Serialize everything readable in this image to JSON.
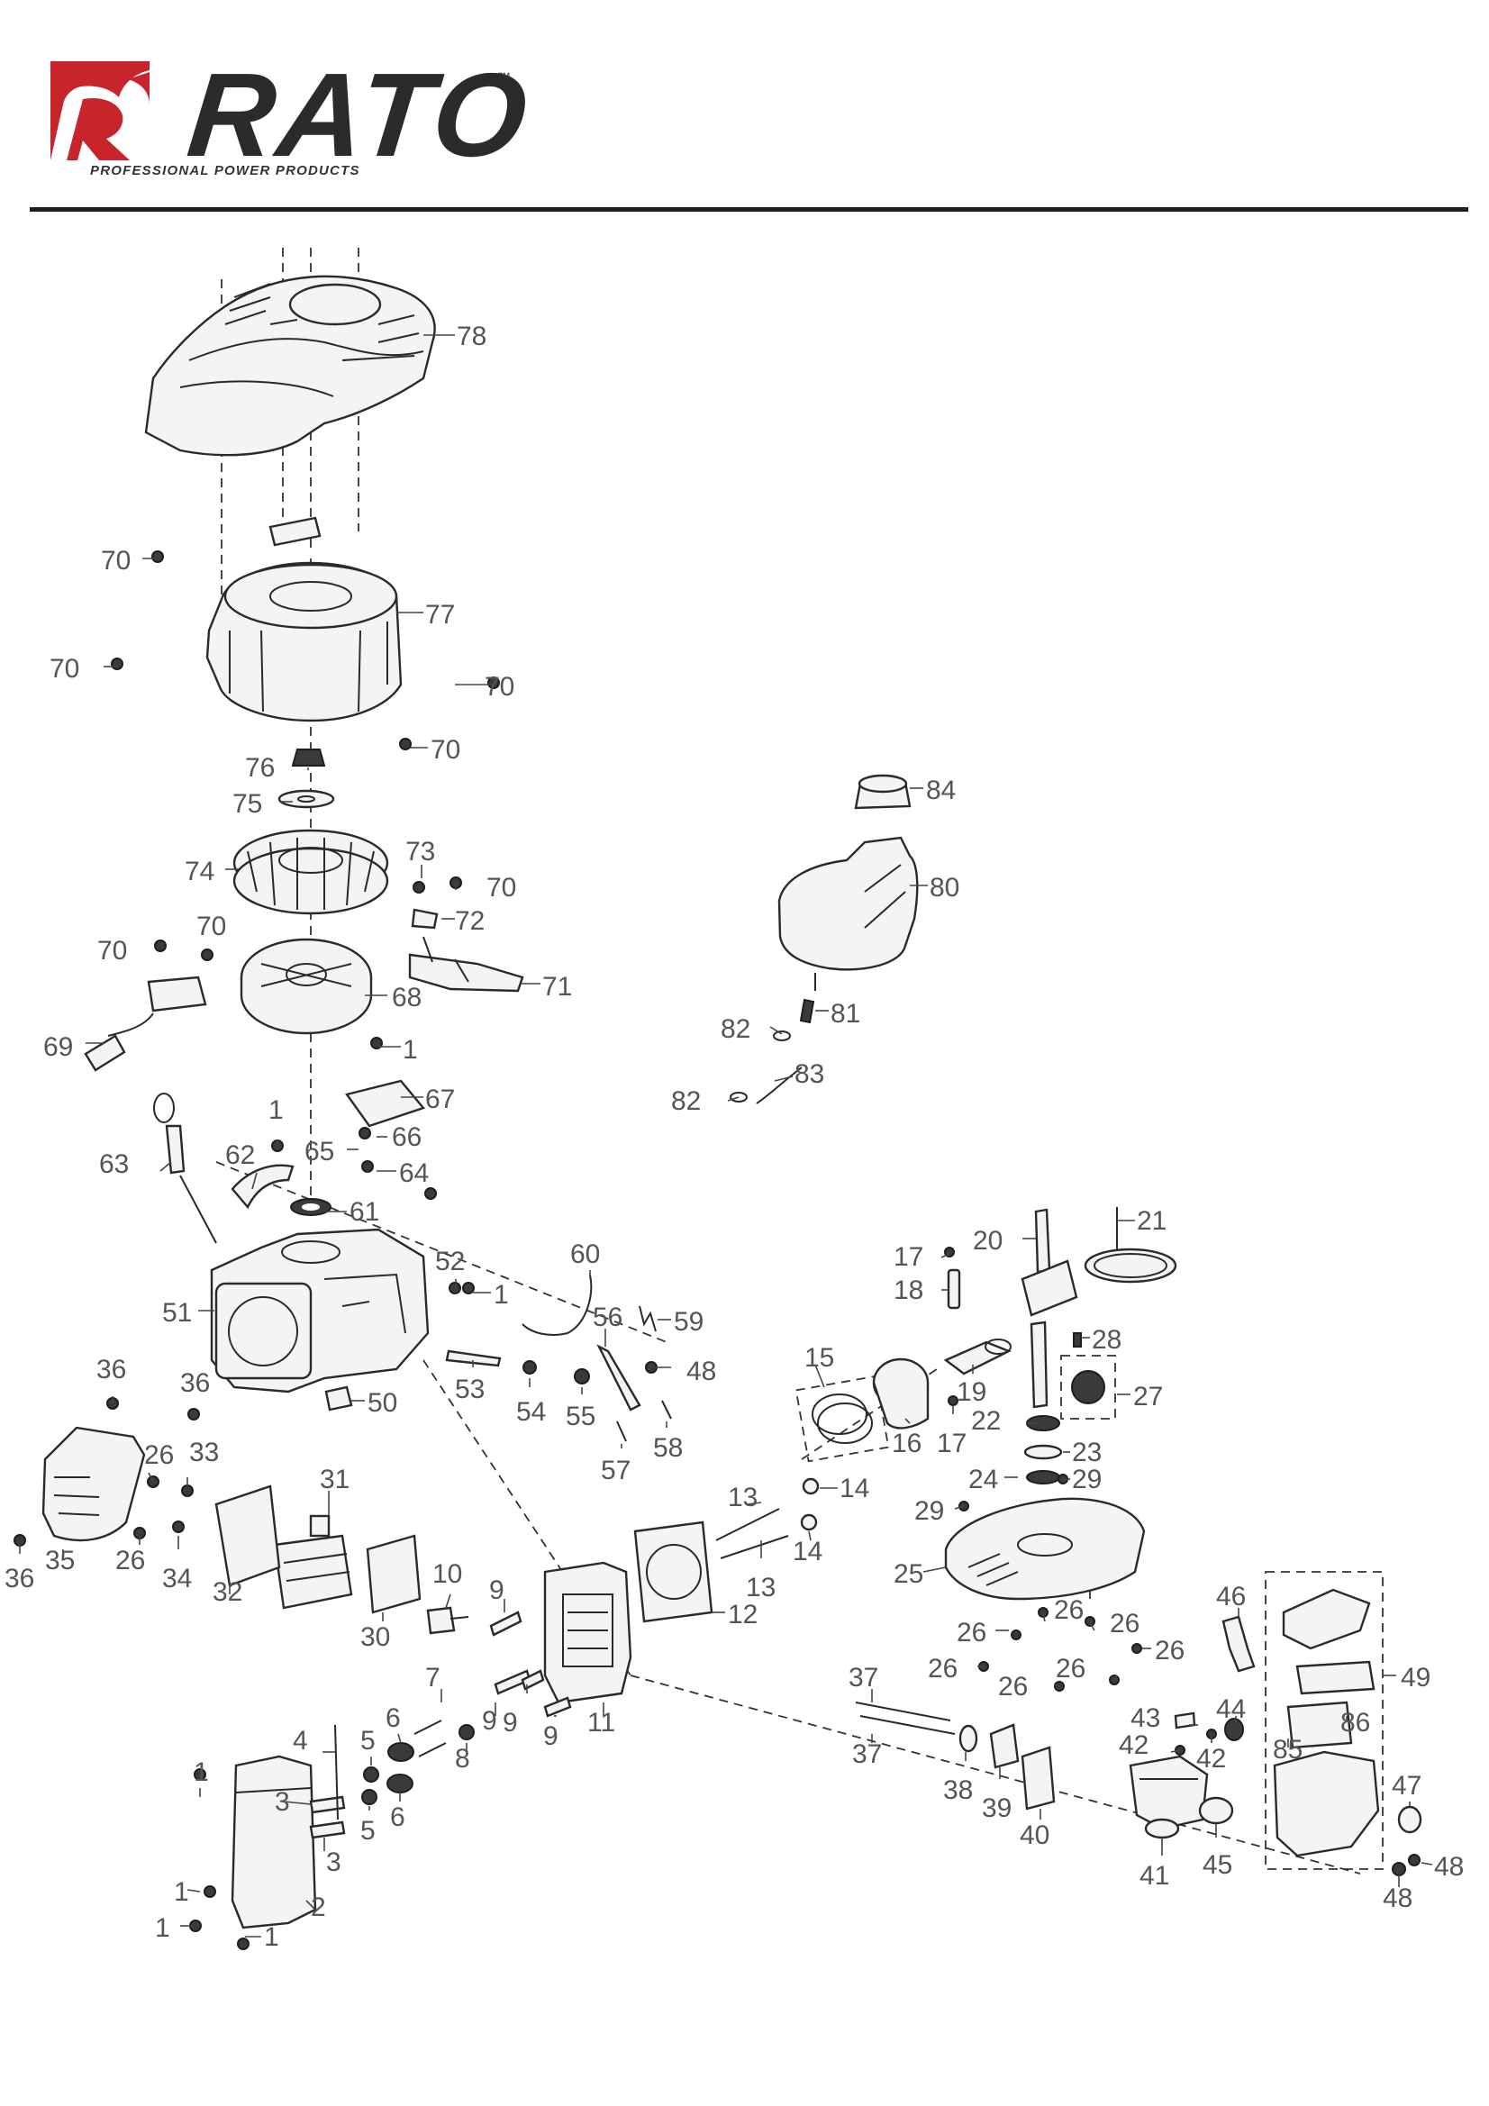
{
  "header": {
    "brand": "RATO",
    "trademark": "™",
    "tagline": "PROFESSIONAL POWER PRODUCTS",
    "logo_icon": "rato-r-logo-icon",
    "logo_color": "#c8242b"
  },
  "callouts": [
    {
      "id": "c78",
      "text": "78"
    },
    {
      "id": "c70a",
      "text": "70"
    },
    {
      "id": "c77",
      "text": "77"
    },
    {
      "id": "c70b",
      "text": "70"
    },
    {
      "id": "c70c",
      "text": "70"
    },
    {
      "id": "c70d",
      "text": "70"
    },
    {
      "id": "c76",
      "text": "76"
    },
    {
      "id": "c75",
      "text": "75"
    },
    {
      "id": "c74",
      "text": "74"
    },
    {
      "id": "c73",
      "text": "73"
    },
    {
      "id": "c70e",
      "text": "70"
    },
    {
      "id": "c72",
      "text": "72"
    },
    {
      "id": "c70f",
      "text": "70"
    },
    {
      "id": "c70g",
      "text": "70"
    },
    {
      "id": "c71",
      "text": "71"
    },
    {
      "id": "c68",
      "text": "68"
    },
    {
      "id": "c69",
      "text": "69"
    },
    {
      "id": "c1a",
      "text": "1"
    },
    {
      "id": "c67",
      "text": "67"
    },
    {
      "id": "c1b",
      "text": "1"
    },
    {
      "id": "c62",
      "text": "62"
    },
    {
      "id": "c65",
      "text": "65"
    },
    {
      "id": "c66",
      "text": "66"
    },
    {
      "id": "c63",
      "text": "63"
    },
    {
      "id": "c64",
      "text": "64"
    },
    {
      "id": "c61",
      "text": "61"
    },
    {
      "id": "c52",
      "text": "52"
    },
    {
      "id": "c1c",
      "text": "1"
    },
    {
      "id": "c60",
      "text": "60"
    },
    {
      "id": "c51",
      "text": "51"
    },
    {
      "id": "c56",
      "text": "56"
    },
    {
      "id": "c59",
      "text": "59"
    },
    {
      "id": "c53",
      "text": "53"
    },
    {
      "id": "c48a",
      "text": "48"
    },
    {
      "id": "c54",
      "text": "54"
    },
    {
      "id": "c55",
      "text": "55"
    },
    {
      "id": "c50",
      "text": "50"
    },
    {
      "id": "c58",
      "text": "58"
    },
    {
      "id": "c57",
      "text": "57"
    },
    {
      "id": "c84",
      "text": "84"
    },
    {
      "id": "c80",
      "text": "80"
    },
    {
      "id": "c81",
      "text": "81"
    },
    {
      "id": "c82a",
      "text": "82"
    },
    {
      "id": "c83",
      "text": "83"
    },
    {
      "id": "c82b",
      "text": "82"
    },
    {
      "id": "c20",
      "text": "20"
    },
    {
      "id": "c21",
      "text": "21"
    },
    {
      "id": "c17a",
      "text": "17"
    },
    {
      "id": "c18",
      "text": "18"
    },
    {
      "id": "c28",
      "text": "28"
    },
    {
      "id": "c15",
      "text": "15"
    },
    {
      "id": "c19",
      "text": "19"
    },
    {
      "id": "c27",
      "text": "27"
    },
    {
      "id": "c16",
      "text": "16"
    },
    {
      "id": "c17b",
      "text": "17"
    },
    {
      "id": "c22",
      "text": "22"
    },
    {
      "id": "c23",
      "text": "23"
    },
    {
      "id": "c24",
      "text": "24"
    },
    {
      "id": "c29a",
      "text": "29"
    },
    {
      "id": "c13a",
      "text": "13"
    },
    {
      "id": "c14a",
      "text": "14"
    },
    {
      "id": "c29b",
      "text": "29"
    },
    {
      "id": "c14b",
      "text": "14"
    },
    {
      "id": "c25",
      "text": "25"
    },
    {
      "id": "c13b",
      "text": "13"
    },
    {
      "id": "c36a",
      "text": "36"
    },
    {
      "id": "c36b",
      "text": "36"
    },
    {
      "id": "c26a",
      "text": "26"
    },
    {
      "id": "c33",
      "text": "33"
    },
    {
      "id": "c31",
      "text": "31"
    },
    {
      "id": "c35",
      "text": "35"
    },
    {
      "id": "c36c",
      "text": "36"
    },
    {
      "id": "c26b",
      "text": "26"
    },
    {
      "id": "c34",
      "text": "34"
    },
    {
      "id": "c32",
      "text": "32"
    },
    {
      "id": "c10",
      "text": "10"
    },
    {
      "id": "c30",
      "text": "30"
    },
    {
      "id": "c9a",
      "text": "9"
    },
    {
      "id": "c12",
      "text": "12"
    },
    {
      "id": "c26c",
      "text": "26"
    },
    {
      "id": "c26d",
      "text": "26"
    },
    {
      "id": "c26e",
      "text": "26"
    },
    {
      "id": "c26f",
      "text": "26"
    },
    {
      "id": "c26g",
      "text": "26"
    },
    {
      "id": "c26h",
      "text": "26"
    },
    {
      "id": "c26i",
      "text": "26"
    },
    {
      "id": "c46",
      "text": "46"
    },
    {
      "id": "c49",
      "text": "49"
    },
    {
      "id": "c7",
      "text": "7"
    },
    {
      "id": "c37a",
      "text": "37"
    },
    {
      "id": "c4",
      "text": "4"
    },
    {
      "id": "c5a",
      "text": "5"
    },
    {
      "id": "c6a",
      "text": "6"
    },
    {
      "id": "c9b",
      "text": "9"
    },
    {
      "id": "c9c",
      "text": "9"
    },
    {
      "id": "c9d",
      "text": "9"
    },
    {
      "id": "c11",
      "text": "11"
    },
    {
      "id": "c8",
      "text": "8"
    },
    {
      "id": "c43",
      "text": "43"
    },
    {
      "id": "c44",
      "text": "44"
    },
    {
      "id": "c86",
      "text": "86"
    },
    {
      "id": "c37b",
      "text": "37"
    },
    {
      "id": "c42a",
      "text": "42"
    },
    {
      "id": "c42b",
      "text": "42"
    },
    {
      "id": "c85",
      "text": "85"
    },
    {
      "id": "c3a",
      "text": "3"
    },
    {
      "id": "c5b",
      "text": "5"
    },
    {
      "id": "c6b",
      "text": "6"
    },
    {
      "id": "c38",
      "text": "38"
    },
    {
      "id": "c39",
      "text": "39"
    },
    {
      "id": "c40",
      "text": "40"
    },
    {
      "id": "c47",
      "text": "47"
    },
    {
      "id": "c1d",
      "text": "1"
    },
    {
      "id": "c3b",
      "text": "3"
    },
    {
      "id": "c41",
      "text": "41"
    },
    {
      "id": "c45",
      "text": "45"
    },
    {
      "id": "c48b",
      "text": "48"
    },
    {
      "id": "c1e",
      "text": "1"
    },
    {
      "id": "c2",
      "text": "2"
    },
    {
      "id": "c48c",
      "text": "48"
    },
    {
      "id": "c1f",
      "text": "1"
    },
    {
      "id": "c1g",
      "text": "1"
    }
  ]
}
